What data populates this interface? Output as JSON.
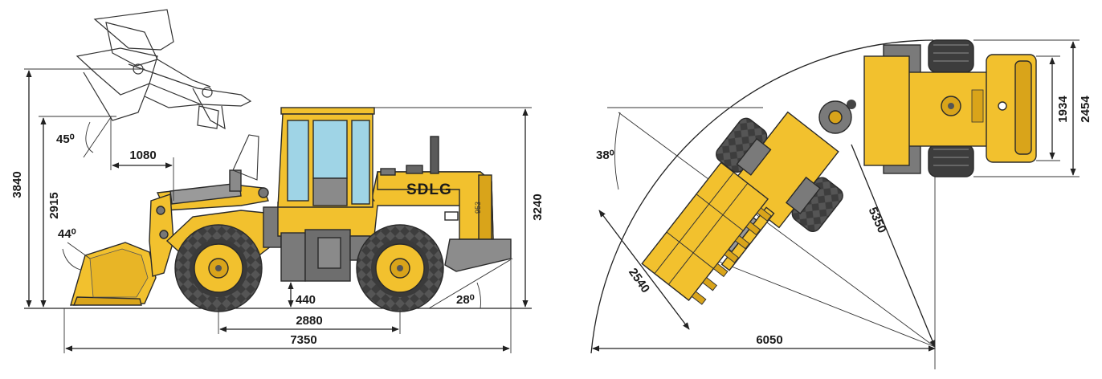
{
  "side_view": {
    "dims": {
      "h_lift_max": "3840",
      "h_hinge": "2915",
      "h_cab": "3240",
      "reach": "1080",
      "wheelbase": "2880",
      "length": "7350",
      "clearance": "440",
      "angle_dump": "45⁰",
      "angle_rollback": "44⁰",
      "angle_departure": "28⁰"
    },
    "logo": "SDLG",
    "model_plate": "953"
  },
  "top_view": {
    "dims": {
      "width_bucket": "2454",
      "width_tyres": "1934",
      "turn_radius_outer": "6050",
      "turn_radius_inner": "5350",
      "bucket_width_turned": "2540",
      "steer_angle": "38⁰"
    }
  },
  "colors": {
    "body": "#f2c12e",
    "body_dark": "#d9a41a",
    "tyre": "#3b3b3b",
    "frame_grey": "#7a7a7a",
    "glass": "#9fd4e6",
    "lines": "#222222"
  }
}
